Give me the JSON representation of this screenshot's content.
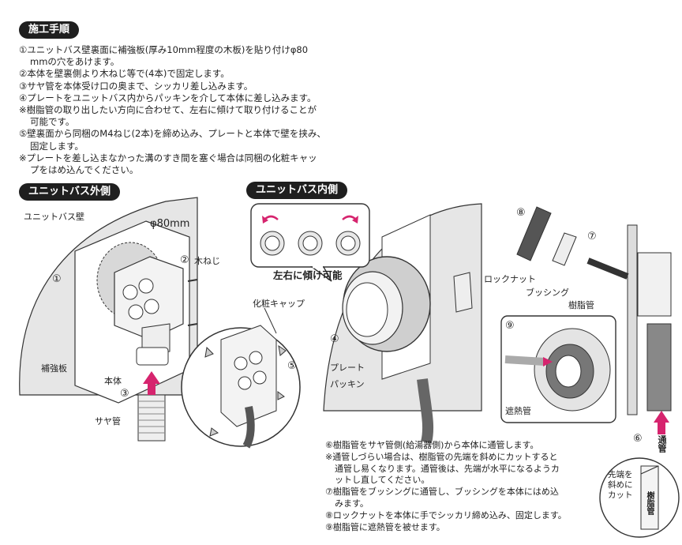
{
  "header": {
    "title": "施工手順"
  },
  "instructions": [
    {
      "text": "①ユニットバス壁裏面に補強板(厚み10mm程度の木板)を貼り付けφ80",
      "indent": false
    },
    {
      "text": "mmの穴をあけます。",
      "indent": true
    },
    {
      "text": "②本体を壁裏側より木ねじ等で(4本)で固定します。",
      "indent": false
    },
    {
      "text": "③サヤ管を本体受け口の奥まで、シッカリ差し込みます。",
      "indent": false
    },
    {
      "text": "④プレートをユニットバス内からパッキンを介して本体に差し込みます。",
      "indent": false
    },
    {
      "text": "※樹脂管の取り出したい方向に合わせて、左右に傾けて取り付けることが",
      "indent": false
    },
    {
      "text": "可能です。",
      "indent": true
    },
    {
      "text": "⑤壁裏面から同梱のM4ねじ(2本)を締め込み、プレートと本体で壁を挟み、",
      "indent": false
    },
    {
      "text": "固定します。",
      "indent": true
    },
    {
      "text": "※プレートを差し込まなかった溝のすき間を塞ぐ場合は同梱の化粧キャッ",
      "indent": false
    },
    {
      "text": "プをはめ込んでください。",
      "indent": true
    }
  ],
  "outside": {
    "section_label": "ユニットバス外側",
    "wall_label": "ユニットバス壁",
    "hole_label": "φ80mm",
    "screw_label": "木ねじ",
    "board_label": "補強板",
    "body_label": "本体",
    "sleeve_label": "サヤ管",
    "cap_label": "化粧キャップ",
    "num1": "①",
    "num2": "②",
    "num3": "③",
    "num5": "⑤"
  },
  "inside": {
    "section_label": "ユニットバス内側",
    "tilt_label": "左右に傾け可能",
    "plate_label": "プレート",
    "packing_label": "パッキン",
    "num4": "④"
  },
  "right_panel": {
    "locknut_label": "ロックナット",
    "bushing_label": "ブッシング",
    "resin_label": "樹脂管",
    "insulation_label": "遮熱管",
    "pass_label": "通管",
    "cut_label_lines": [
      "先端を",
      "斜めに",
      "カット"
    ],
    "resin_short": "樹脂管",
    "num6": "⑥",
    "num7": "⑦",
    "num8": "⑧",
    "num9": "⑨"
  },
  "instructions2": [
    {
      "text": "⑥樹脂管をサヤ管側(給湯器側)から本体に通管します。",
      "indent": false
    },
    {
      "text": "※通管しづらい場合は、樹脂管の先端を斜めにカットすると",
      "indent": false
    },
    {
      "text": "通管し易くなります。通管後は、先端が水平になるようカ",
      "indent": true
    },
    {
      "text": "ットし直してください。",
      "indent": true
    },
    {
      "text": "⑦樹脂管をブッシングに通管し、ブッシングを本体にはめ込",
      "indent": false
    },
    {
      "text": "みます。",
      "indent": true
    },
    {
      "text": "⑧ロックナットを本体に手でシッカリ締め込み、固定します。",
      "indent": false
    },
    {
      "text": "⑨樹脂管に遮熱管を被せます。",
      "indent": false
    }
  ],
  "colors": {
    "accent_arrow": "#d6246e",
    "wall_gray": "#e4e4e4",
    "ink": "#222222"
  }
}
